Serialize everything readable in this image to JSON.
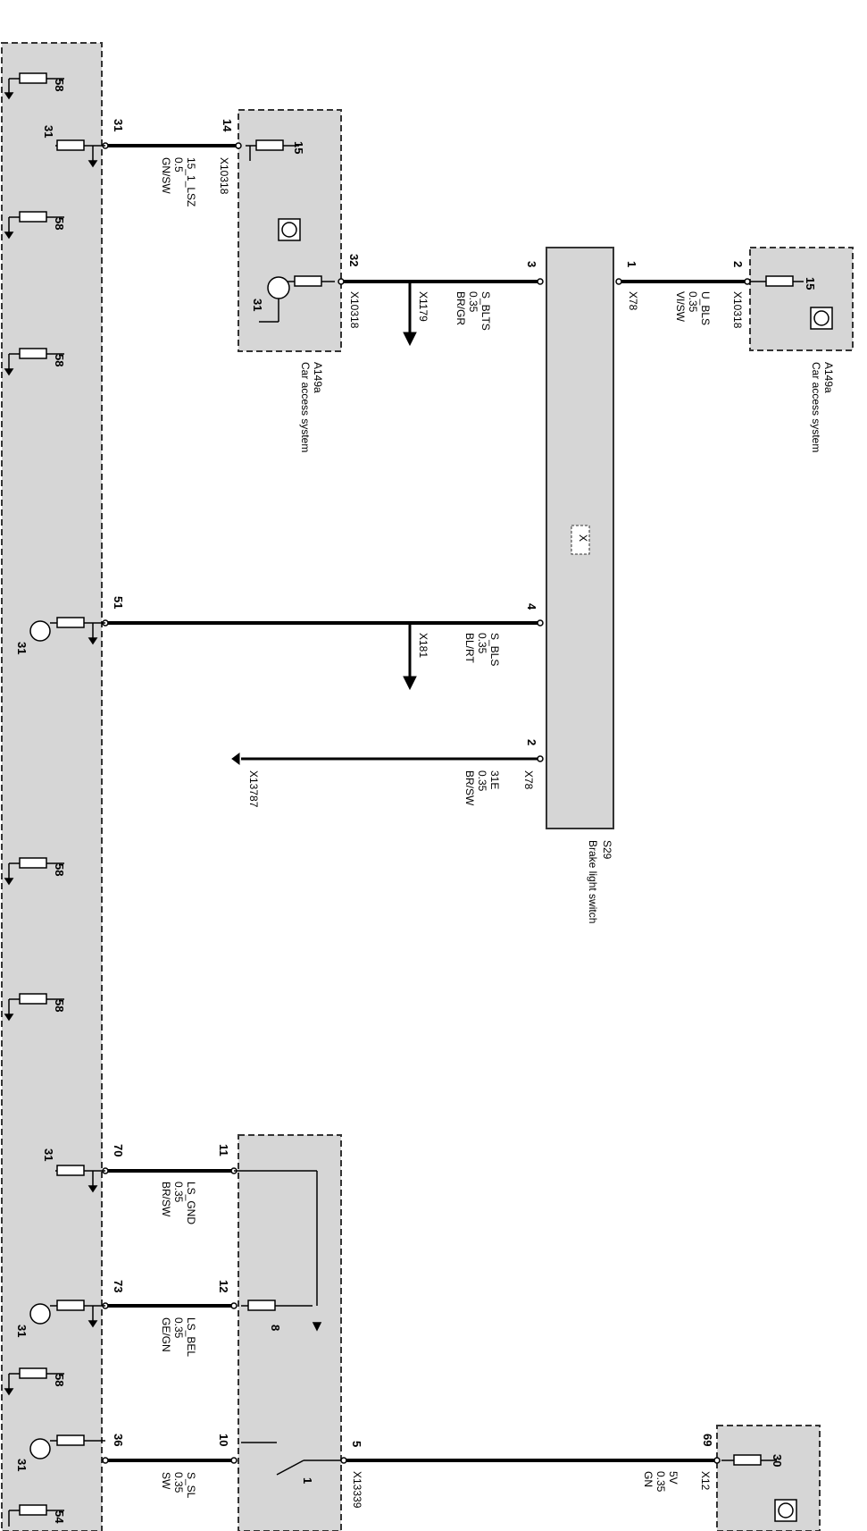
{
  "modules": {
    "cas_top": {
      "ref": "A149a",
      "name": "Car access system"
    },
    "cas_right": {
      "ref": "A149a",
      "name": "Car access system"
    },
    "brake_switch": {
      "ref": "S29",
      "name": "Brake light switch",
      "symbol": "X"
    }
  },
  "wires": [
    {
      "id": "w31",
      "pin_left": "31",
      "pin_right": "14",
      "connector": "X10318",
      "signal": "15_1_LSZ",
      "size": "0.5",
      "color": "GN/SW"
    },
    {
      "id": "w32",
      "pin_left": "32",
      "pin_right": "3",
      "connector": "X10318",
      "splice": "X1179",
      "signal": "S_BLTS",
      "size": "0.35",
      "color": "BR/GR"
    },
    {
      "id": "w_ubls",
      "pin_left": "1",
      "pin_right": "2",
      "connector_left": "X78",
      "connector_right": "X10318",
      "signal": "U_BLS",
      "size": "0.35",
      "color": "VI/SW"
    },
    {
      "id": "w51",
      "pin_left": "51",
      "pin_right": "4",
      "splice": "X181",
      "signal": "S_BLS",
      "size": "0.35",
      "color": "BL/RT"
    },
    {
      "id": "w31e",
      "pin_right": "2",
      "connector_left": "X13787",
      "connector_right": "X78",
      "signal": "31E",
      "size": "0.35",
      "color": "BR/SW"
    },
    {
      "id": "w70",
      "pin_left": "70",
      "pin_right": "11",
      "signal": "LS_GND",
      "size": "0.35",
      "color": "BR/SW"
    },
    {
      "id": "w73",
      "pin_left": "73",
      "pin_right": "12",
      "signal": "LS_BEL",
      "size": "0.35",
      "color": "GE/GN"
    },
    {
      "id": "w36",
      "pin_left": "36",
      "pin_right": "10",
      "signal": "S_SL",
      "size": "0.35",
      "color": "SW"
    },
    {
      "id": "w5v",
      "pin_left": "5",
      "pin_right": "69",
      "connector_left": "X13339",
      "connector_right": "X12",
      "signal": "5V",
      "size": "0.35",
      "color": "GN"
    }
  ],
  "left_module_taps": [
    "58",
    "31",
    "58",
    "58",
    "31",
    "58",
    "58",
    "31",
    "31",
    "58",
    "31",
    "54"
  ],
  "module_labels": {
    "cas_top_supply": "15",
    "cas_top_ground": "31",
    "cas_right_supply": "15",
    "lamp_module_pin8": "8",
    "lamp_module_pin1": "1",
    "x12_supply": "30"
  }
}
